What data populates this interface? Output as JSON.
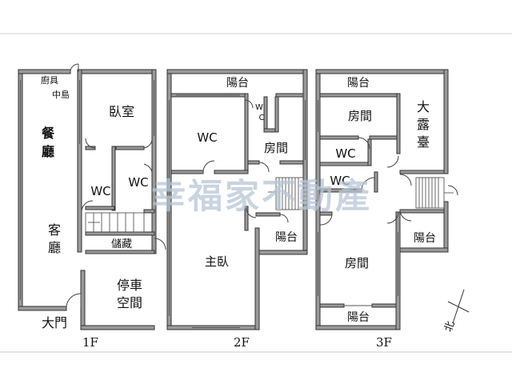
{
  "floors": [
    {
      "id": "1f",
      "label": "1F",
      "rooms": [
        "廚具",
        "中島",
        "餐",
        "廳",
        "臥室",
        "WC",
        "WC",
        "客",
        "廳",
        "儲藏",
        "停車",
        "空間",
        "大門"
      ]
    },
    {
      "id": "2f",
      "label": "2F",
      "rooms": [
        "陽台",
        "W",
        "C",
        "WC",
        "房間",
        "陽台",
        "主臥"
      ]
    },
    {
      "id": "3f",
      "label": "3F",
      "rooms": [
        "陽台",
        "房間",
        "大",
        "露",
        "臺",
        "WC",
        "WC",
        "陽台",
        "房間",
        "陽台"
      ]
    }
  ],
  "compass": {
    "label": "北"
  },
  "watermark": "幸福家不動產",
  "colors": {
    "wall": "#9a9a9a",
    "watermark": "#b8c6d6"
  }
}
